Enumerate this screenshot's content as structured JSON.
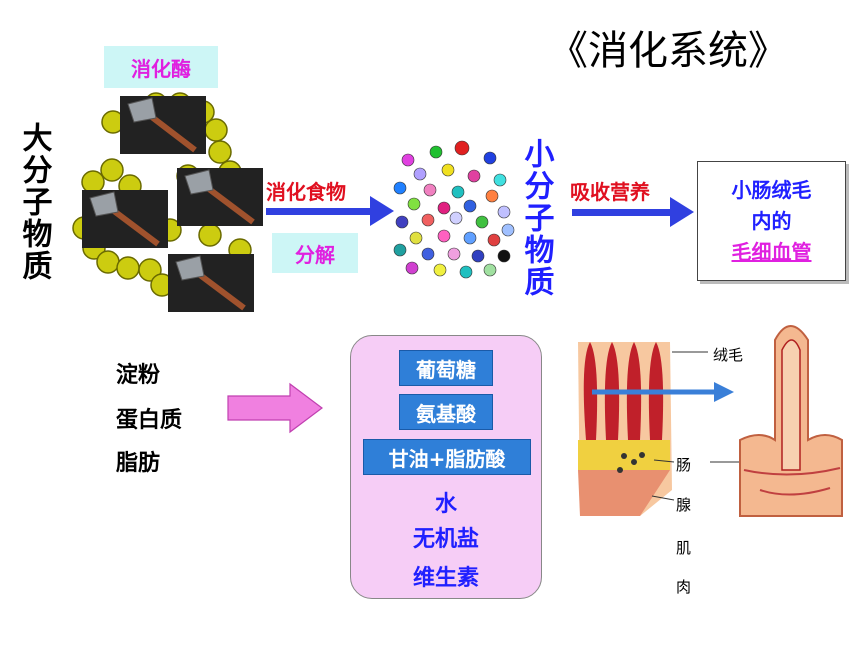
{
  "title": "《消化系统》",
  "enzyme_label": "消化酶",
  "macro_label": "大分子物质",
  "digest_label": "消化食物",
  "break_label": "分解",
  "small_label": "小分子物质",
  "absorb_label": "吸收营养",
  "villus_box": {
    "line1": "小肠绒毛",
    "line2": "内的",
    "line3": "毛细血管"
  },
  "nutrients": [
    "淀粉",
    "蛋白质",
    "脂肪"
  ],
  "products": {
    "tags": [
      "葡萄糖",
      "氨基酸",
      "甘油+脂肪酸"
    ],
    "plain": [
      "水",
      "无机盐",
      "维生素"
    ]
  },
  "anatomy_labels": {
    "villus": "绒毛",
    "intestine": "肠",
    "gland": "腺",
    "muscle1": "肌",
    "muscle2": "肉"
  },
  "colors": {
    "enzyme_text": "#e020e0",
    "label_bg": "#cdf6f6",
    "red_text": "#e01020",
    "blue_text": "#2020ff",
    "tag_bg": "#2f7fd8",
    "product_box": "#f6cdf6",
    "bead": "#c8c800"
  },
  "icons": [
    "axe-icon",
    "arrow-right-icon",
    "molecule-dot-icon",
    "villus-illustration"
  ]
}
